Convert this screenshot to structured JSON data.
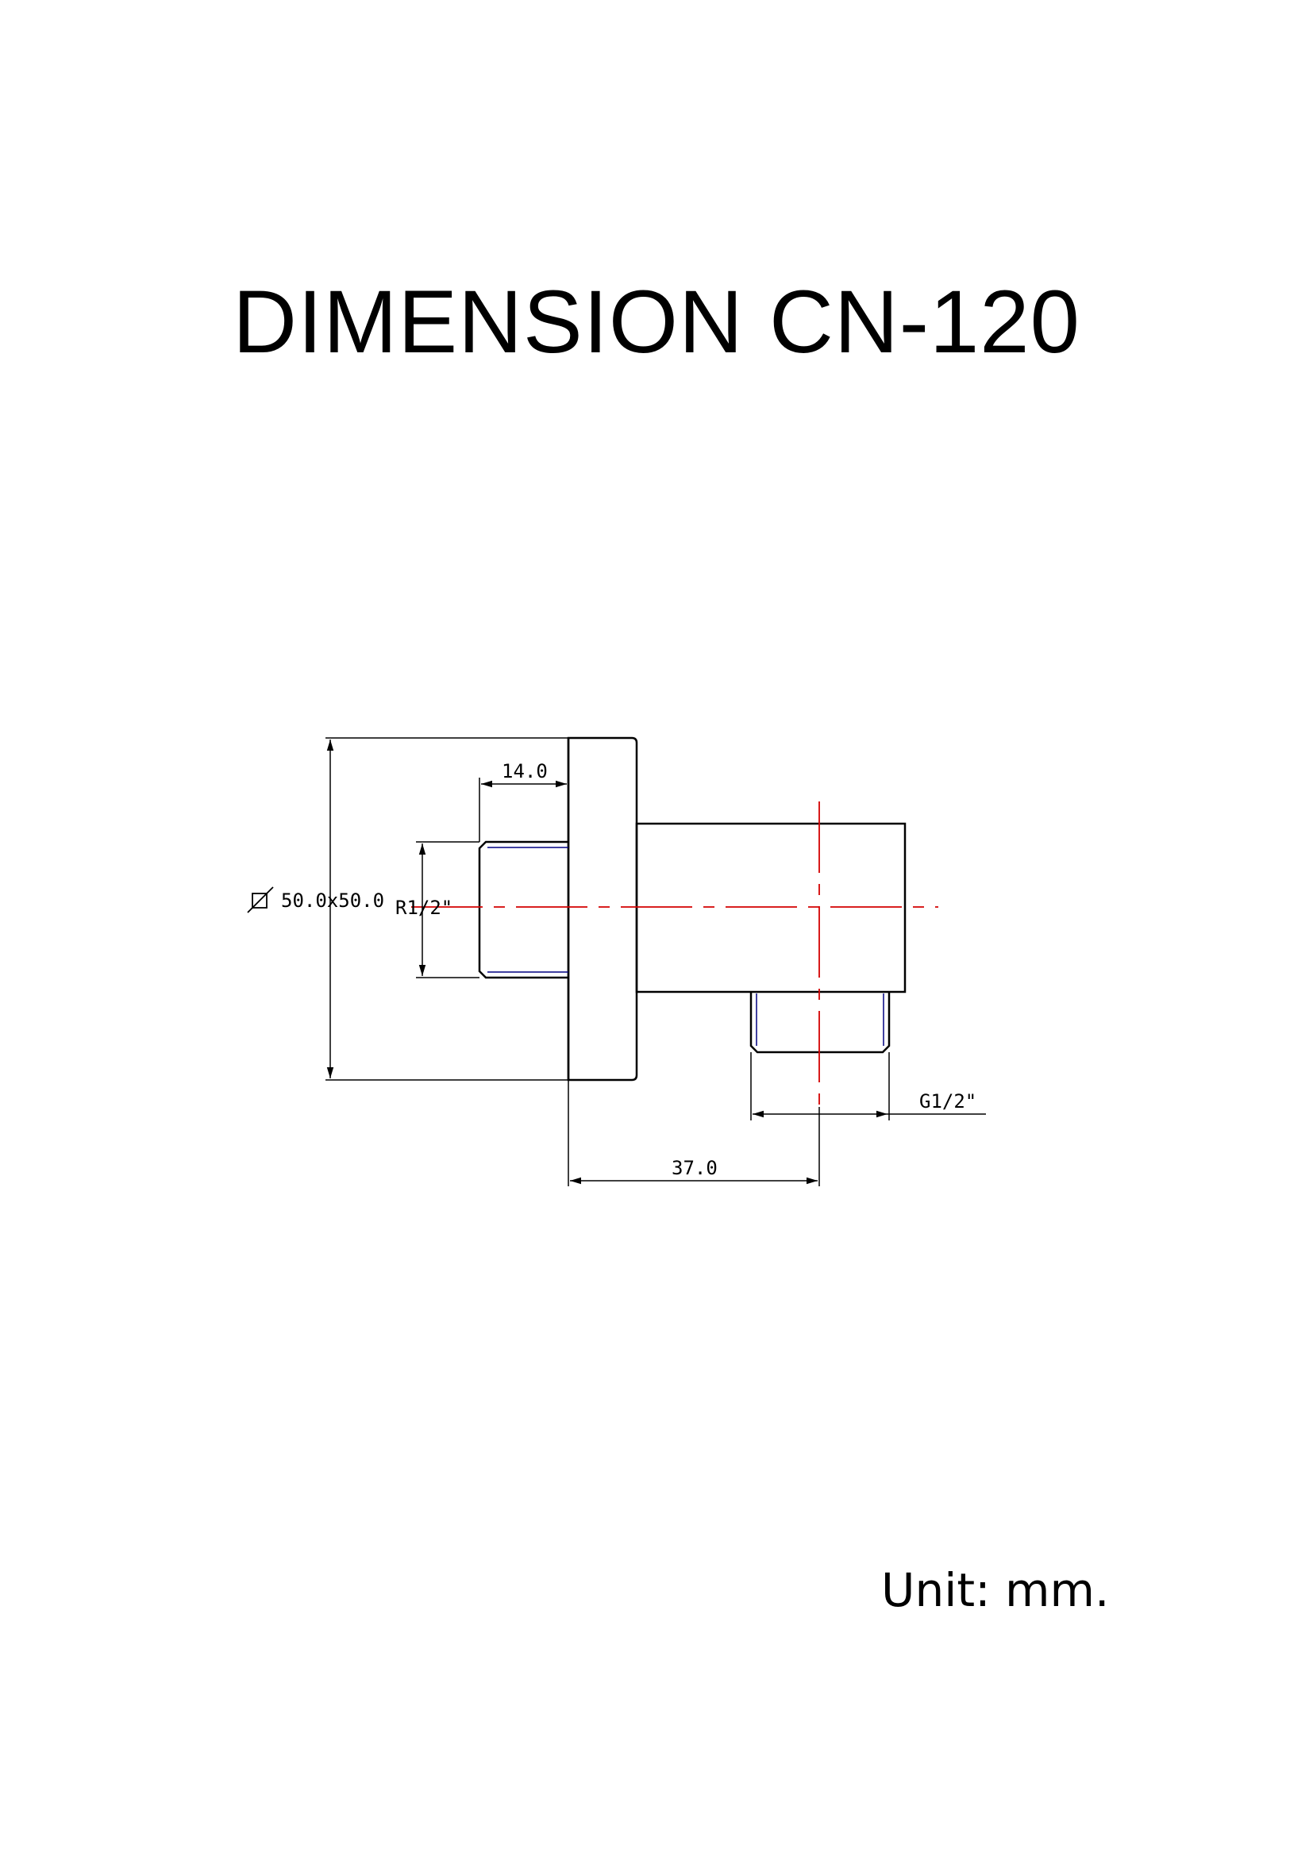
{
  "title": "DIMENSION CN-120",
  "unit_label": "Unit: mm.",
  "dimensions": {
    "flange_size": "50.0x50.0",
    "inlet_thread": "R1/2\"",
    "inlet_length": "14.0",
    "outlet_thread": "G1/2\"",
    "outlet_offset": "37.0"
  },
  "colors": {
    "outline": "#000000",
    "centerline": "#d40000",
    "thread_line": "#000080"
  },
  "icons": {
    "flange_symbol": "square-size-icon"
  }
}
